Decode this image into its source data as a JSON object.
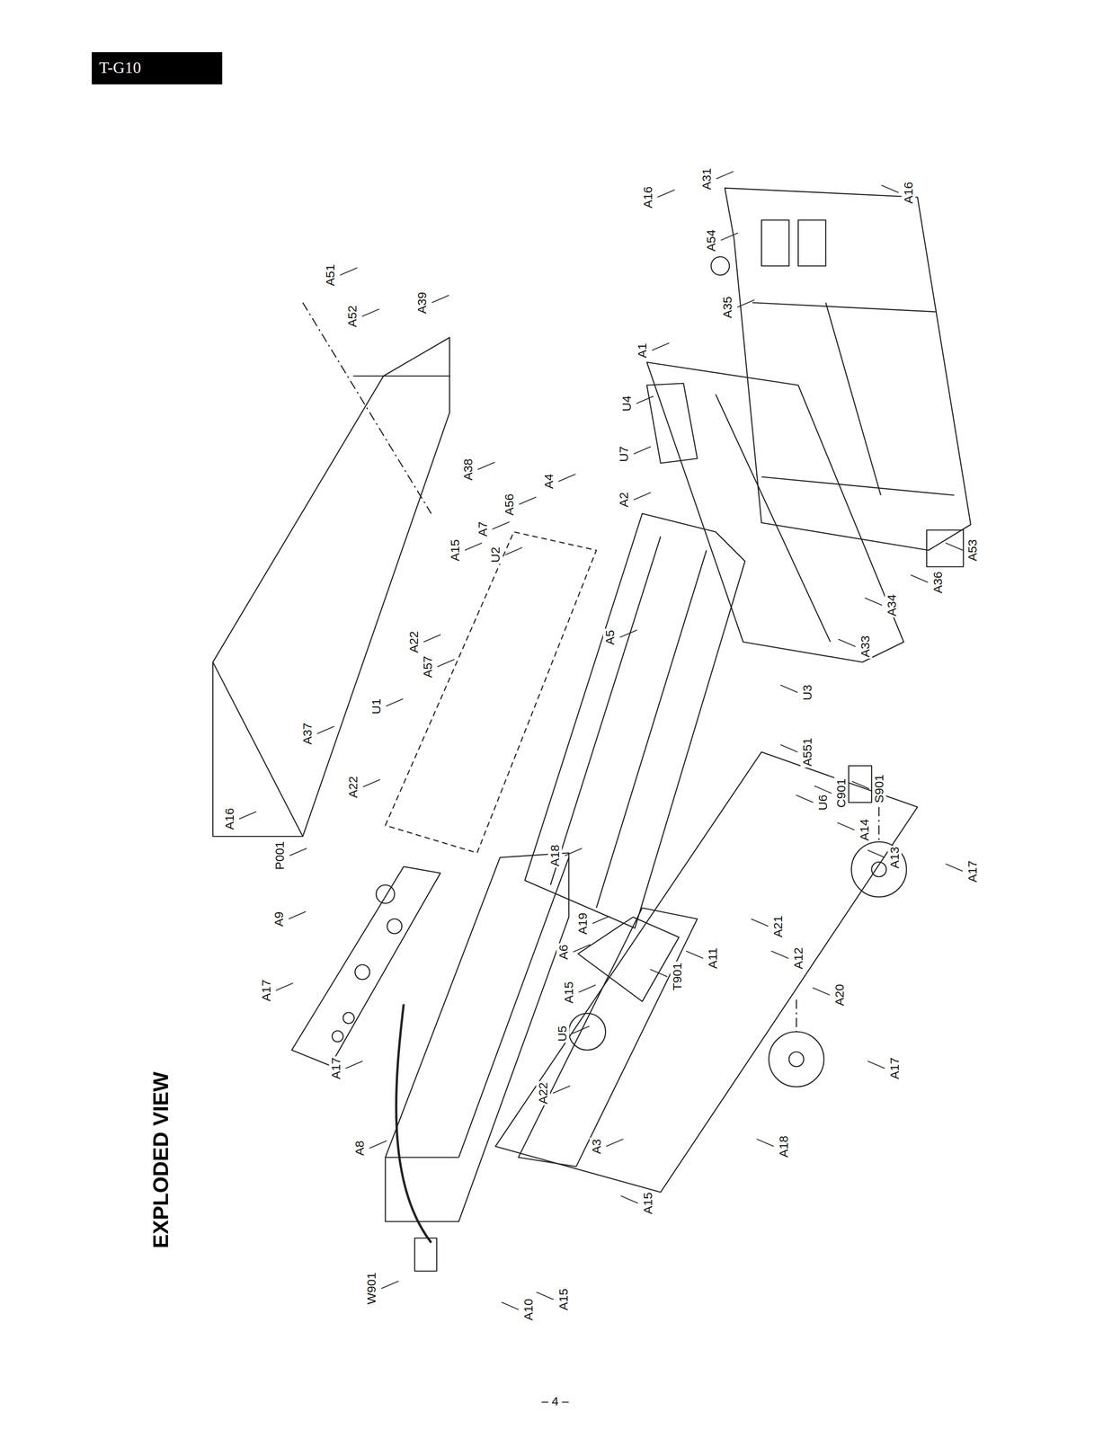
{
  "diagram": {
    "title": "EXPLODED VIEW",
    "nodes": [
      {
        "text": [
          "T-G10"
        ]
      }
    ],
    "labels": [
      "A51",
      "A52",
      "A39",
      "A31",
      "A16",
      "A16",
      "A54",
      "A35",
      "A1",
      "U4",
      "U7",
      "A2",
      "A38",
      "A4",
      "A56",
      "A7",
      "U2",
      "A15",
      "A22",
      "A57",
      "U1",
      "A37",
      "A22",
      "A16",
      "P001",
      "A9",
      "A17",
      "A17",
      "A8",
      "W901",
      "A10",
      "A15",
      "A18",
      "A19",
      "A6",
      "A15",
      "U5",
      "A22",
      "A3",
      "A15",
      "A18",
      "A17",
      "A20",
      "A12",
      "A21",
      "T901",
      "A11",
      "A5",
      "U3",
      "A551",
      "U6",
      "C901",
      "S901",
      "A14",
      "A13",
      "A17",
      "A33",
      "A34",
      "A36",
      "A53",
      "– 4 –"
    ]
  }
}
